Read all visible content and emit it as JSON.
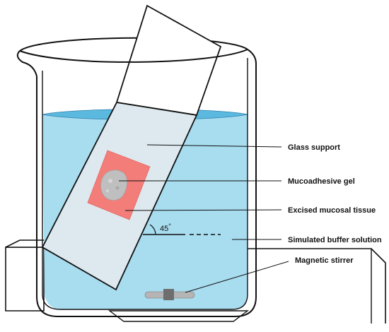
{
  "labels": {
    "glass_support": "Glass support",
    "mucoadhesive_gel": "Mucoadhesive gel",
    "excised_tissue": "Excised mucosal tissue",
    "buffer_solution": "Simulated buffer solution",
    "magnetic_stirrer": "Magnetic stirrer"
  },
  "angle": {
    "value": "45",
    "unit": "°"
  },
  "colors": {
    "water": "#a8dcef",
    "water_surface": "#5bb9e0",
    "glass_slide": "#dde9ee",
    "tissue": "#f27d79",
    "gel": "#bfbfbf",
    "stirrer_bar": "#b5b5b5",
    "stirrer_center": "#6e6e6e",
    "outline": "#111111"
  }
}
